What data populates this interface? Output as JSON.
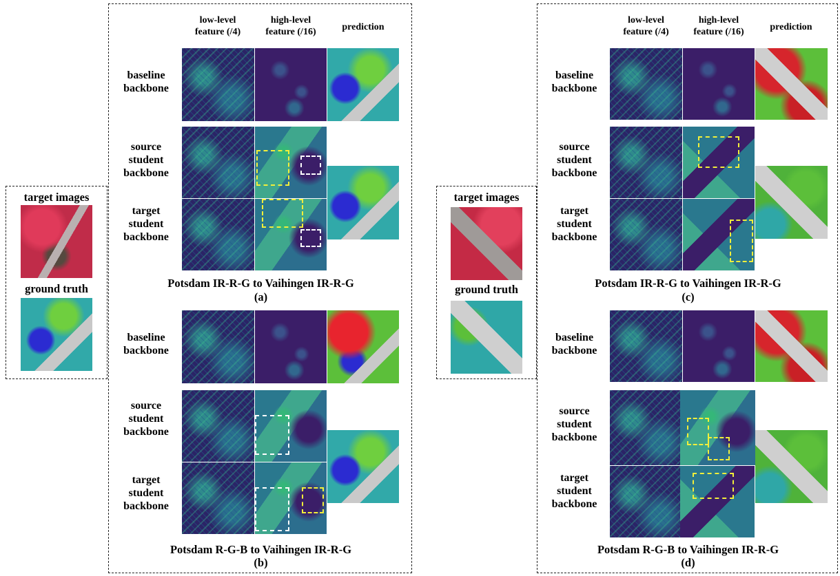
{
  "column_headers": {
    "low": "low-level\nfeature (/4)",
    "high": "high-level\nfeature (/16)",
    "prediction": "prediction"
  },
  "row_labels": {
    "baseline": "baseline\nbackbone",
    "source": "source\nstudent\nbackbone",
    "target": "target\nstudent\nbackbone"
  },
  "side_panel": {
    "target_images": "target images",
    "ground_truth": "ground truth"
  },
  "captions": {
    "a": "Potsdam IR-R-G to Vaihingen IR-R-G",
    "b": "Potsdam R-G-B to Vaihingen IR-R-G",
    "c": "Potsdam IR-R-G to Vaihingen IR-R-G",
    "d": "Potsdam R-G-B to Vaihingen IR-R-G"
  },
  "panel_labels": {
    "a": "(a)",
    "b": "(b)",
    "c": "(c)",
    "d": "(d)"
  },
  "colors": {
    "highlight_yellow": "#f2ef3a",
    "highlight_white": "#ffffff",
    "border": "#222222"
  }
}
